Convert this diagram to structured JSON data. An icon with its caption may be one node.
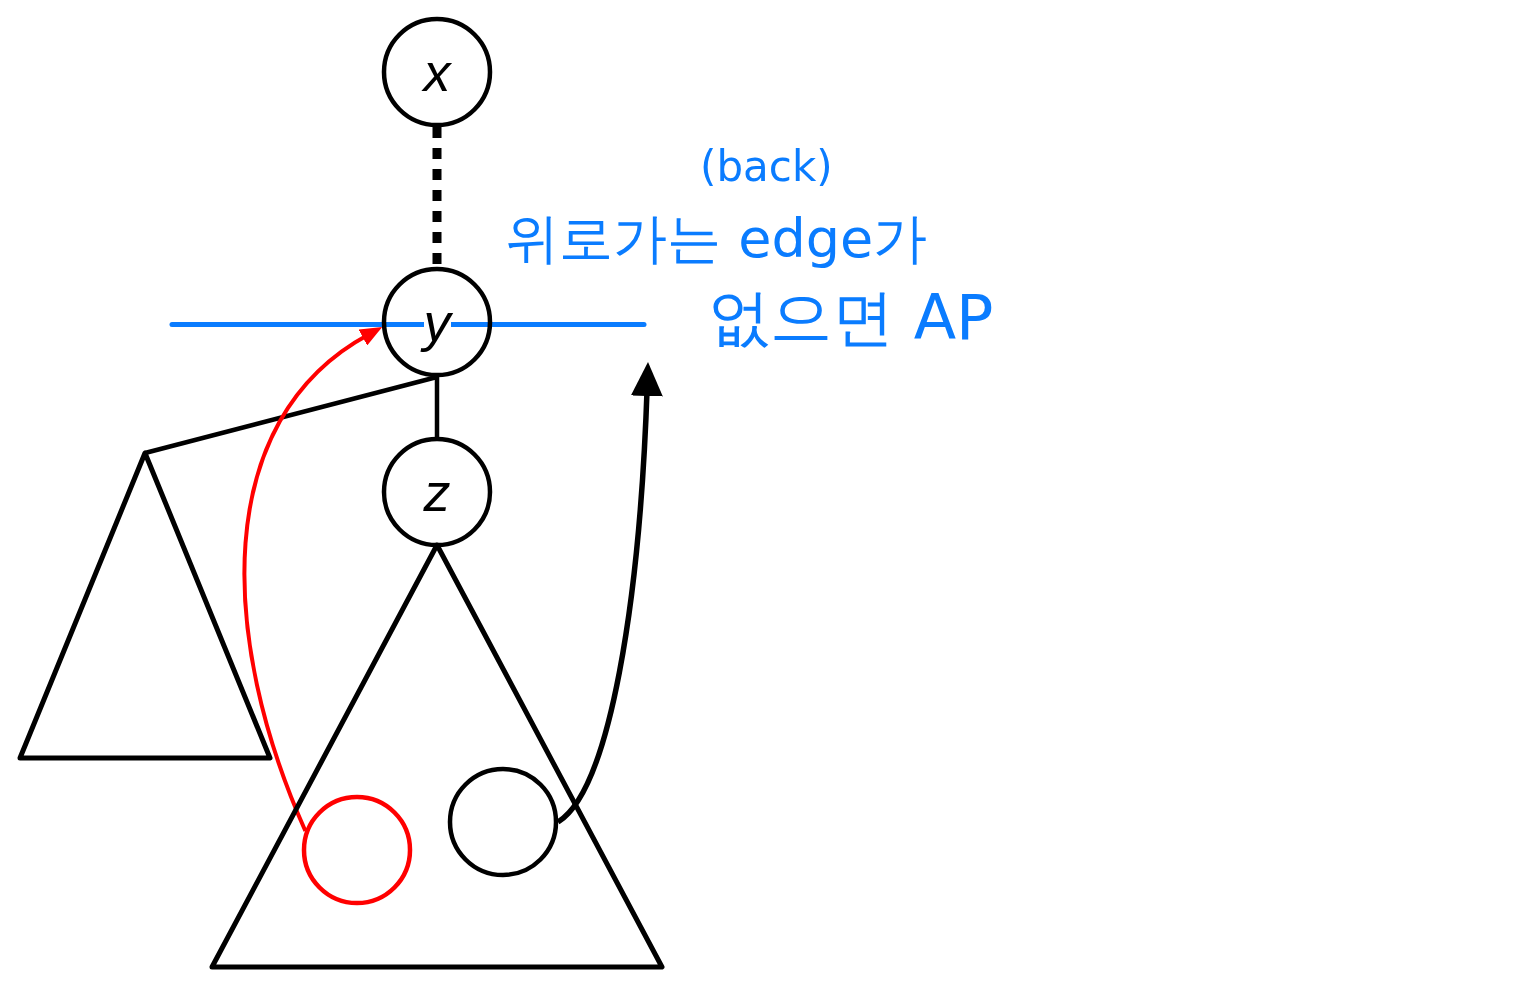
{
  "diagram": {
    "nodes": [
      {
        "text": [
          "x"
        ]
      },
      {
        "text": [
          "y"
        ]
      },
      {
        "text": [
          "z"
        ]
      },
      {
        "text": [],
        "shape": "triangle"
      },
      {
        "text": [],
        "shape": "triangle"
      },
      {
        "text": [],
        "shape": "circle",
        "in": 4
      },
      {
        "text": [],
        "shape": "circle",
        "in": 4
      }
    ],
    "edges": [
      {
        "from": 0,
        "to": 1,
        "arrow": "none",
        "style": "dashed"
      },
      {
        "from": 1,
        "to": 2,
        "arrow": "none"
      },
      {
        "from": 1,
        "to": 3,
        "arrow": "none"
      },
      {
        "from": 5,
        "to": 1,
        "arrow": "to",
        "color": "#ff0000"
      },
      {
        "from": 6,
        "to": null,
        "arrow": "to"
      }
    ],
    "labels": [
      "(back)",
      "위로가는 edge가",
      "없으면 AP"
    ]
  }
}
